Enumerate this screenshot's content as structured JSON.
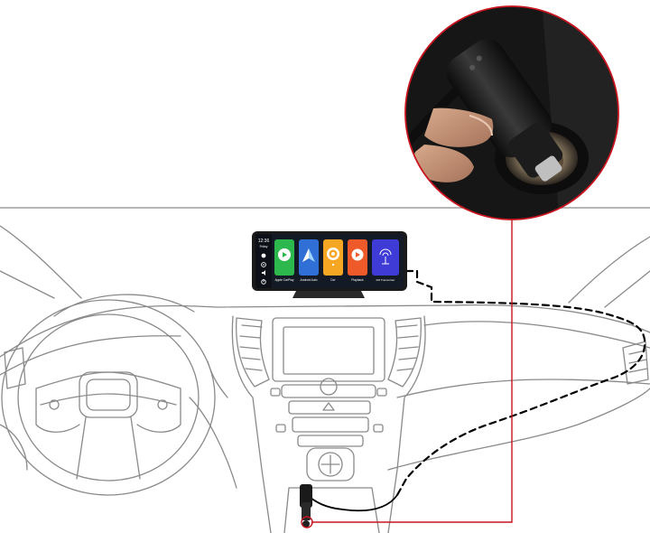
{
  "device": {
    "status_time": "12:36",
    "status_date": "Friday",
    "apps": [
      {
        "label": "Apple CarPlay",
        "icon": "carplay-icon",
        "color": "#2db84d"
      },
      {
        "label": "Android Auto",
        "icon": "android-auto-icon",
        "color": "#2f6fd6"
      },
      {
        "label": "Dvr",
        "icon": "dvr-icon",
        "color": "#f5a623"
      },
      {
        "label": "Playback",
        "icon": "playback-icon",
        "color": "#ef5a2a"
      },
      {
        "label": "FM Transmitter",
        "icon": "fm-transmitter-icon",
        "color": "#3e3bd6"
      }
    ],
    "sidebar_icons": [
      "home-icon",
      "settings-icon",
      "volume-icon",
      "power-icon"
    ]
  },
  "colors": {
    "line_art": "#8a8a8a",
    "cable": "#000000",
    "callout": "#c8141e",
    "device_body": "#1a1a1a"
  }
}
